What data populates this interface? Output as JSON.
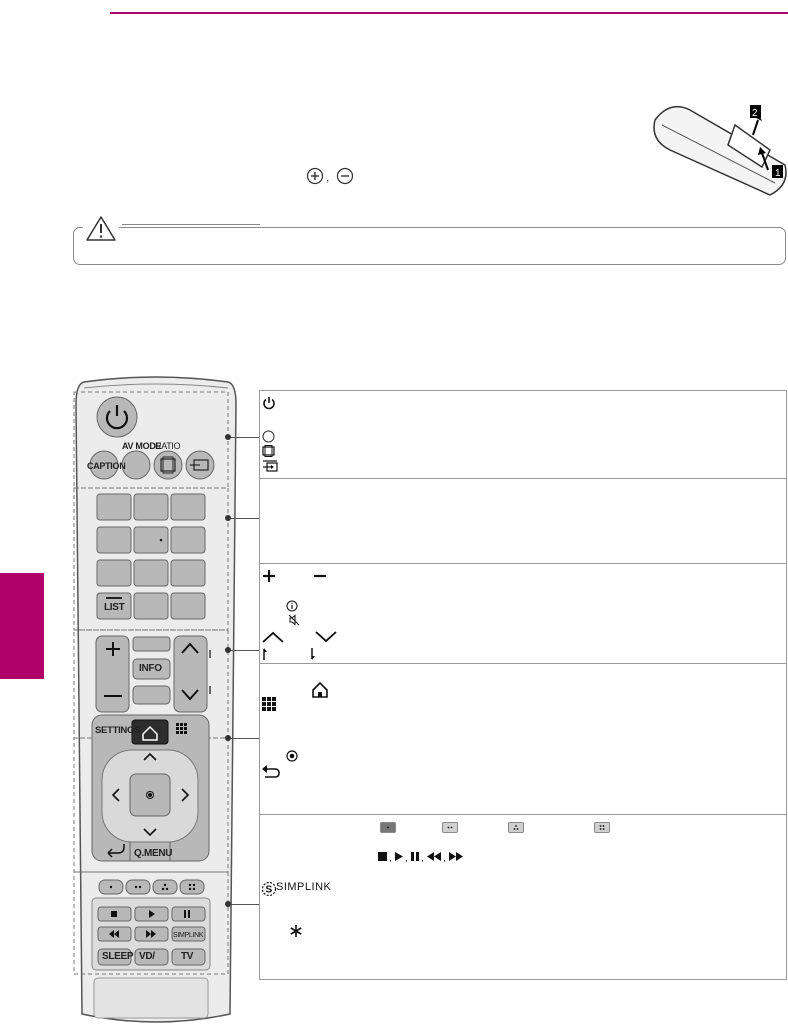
{
  "remote": {
    "btn_caption": "CAPTION",
    "btn_avmode": "AV MODE",
    "btn_ratio": "RATIO",
    "btn_list": "LIST",
    "btn_info": "INFO",
    "btn_settings": "SETTINGS",
    "btn_qmenu": "Q.MENU",
    "btn_simplink": "SIMPLINK",
    "btn_sleep": "SLEEP",
    "btn_vd": "VD/",
    "btn_tv": "TV"
  },
  "descriptions": {
    "simplink_text": "SIMPLINK"
  },
  "colors": {
    "accent": "#b0006a",
    "button_gray": "#b8b8b8",
    "remote_body": "#e9e9e9"
  }
}
